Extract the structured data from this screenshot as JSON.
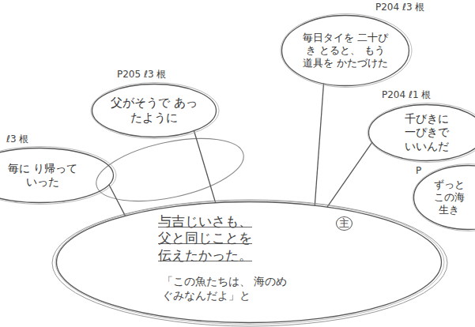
{
  "diagram": {
    "nodes": [
      {
        "text": [
          "P204 ℓ3 根",
          "毎日タイを 二十ぴき とると、 もう道具を かたづけた"
        ]
      },
      {
        "text": [
          "P205 ℓ3 根",
          "父がそうで あったように"
        ]
      },
      {
        "text": [
          "P204 ℓ1 根",
          "千びきに 一ぴきで いいんだ"
        ]
      },
      {
        "text": [
          "ℓ3 根",
          "毎に り帰っていった"
        ]
      },
      {
        "text": [
          "P",
          "ずっと この海 生き"
        ]
      },
      {
        "text": [
          "主",
          "与吉じいさも、 父と同じことを 伝えたかった。",
          "「この魚たちは、 海のめぐみなんだよ」と"
        ]
      }
    ],
    "edges": [
      {
        "from": 0,
        "to": 5,
        "arrow": "none"
      },
      {
        "from": 1,
        "to": 5,
        "arrow": "none"
      },
      {
        "from": 2,
        "to": 5,
        "arrow": "none"
      },
      {
        "from": 3,
        "to": 5,
        "arrow": "none"
      }
    ]
  }
}
